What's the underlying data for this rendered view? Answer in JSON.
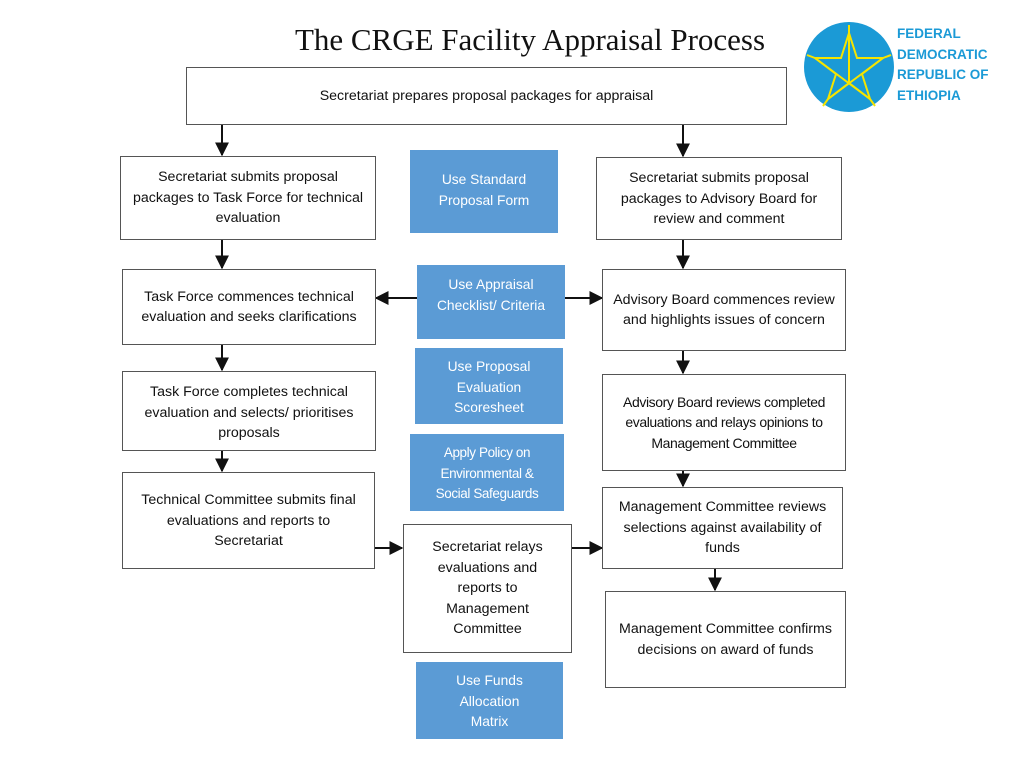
{
  "title": "The CRGE Facility Appraisal Process",
  "country": {
    "line1": "FEDERAL",
    "line2": "DEMOCRATIC",
    "line3": "REPUBLIC OF",
    "line4": "ETHIOPIA"
  },
  "colors": {
    "tool_fill": "#5b9bd5",
    "emblem_blue": "#1b9ad6",
    "star_yellow": "#f5e400",
    "text_blue": "#1b9ad6"
  },
  "icons": {
    "emblem": "ethiopia-emblem-star-icon"
  },
  "steps": {
    "prepare": "Secretariat prepares proposal packages for appraisal",
    "tf_submit": "Secretariat submits proposal packages to Task Force for technical evaluation",
    "tf_commence": "Task Force commences technical evaluation and seeks clarifications",
    "tf_complete": "Task Force completes technical evaluation and selects/ prioritises proposals",
    "tc_submit": "Technical Committee submits final evaluations and reports to Secretariat",
    "sec_relay": "Secretariat relays evaluations and reports to Management Committee",
    "ab_submit": "Secretariat submits proposal packages to Advisory Board for review and comment",
    "ab_commence": "Advisory Board commences review and highlights issues of concern",
    "ab_review": "Advisory Board reviews completed evaluations and relays opinions to Management Committee",
    "mc_review": "Management Committee reviews selections against availability of funds",
    "mc_confirm": "Management Committee confirms decisions on award of funds"
  },
  "tools": {
    "standard_form": "Use Standard Proposal Form",
    "appraisal_checklist": "Use Appraisal Checklist/ Criteria",
    "evaluation_scoresheet": "Use Proposal Evaluation Scoresheet",
    "safeguards_policy": "Apply Policy on Environmental & Social Safeguards",
    "funds_matrix": "Use Funds Allocation Matrix"
  }
}
